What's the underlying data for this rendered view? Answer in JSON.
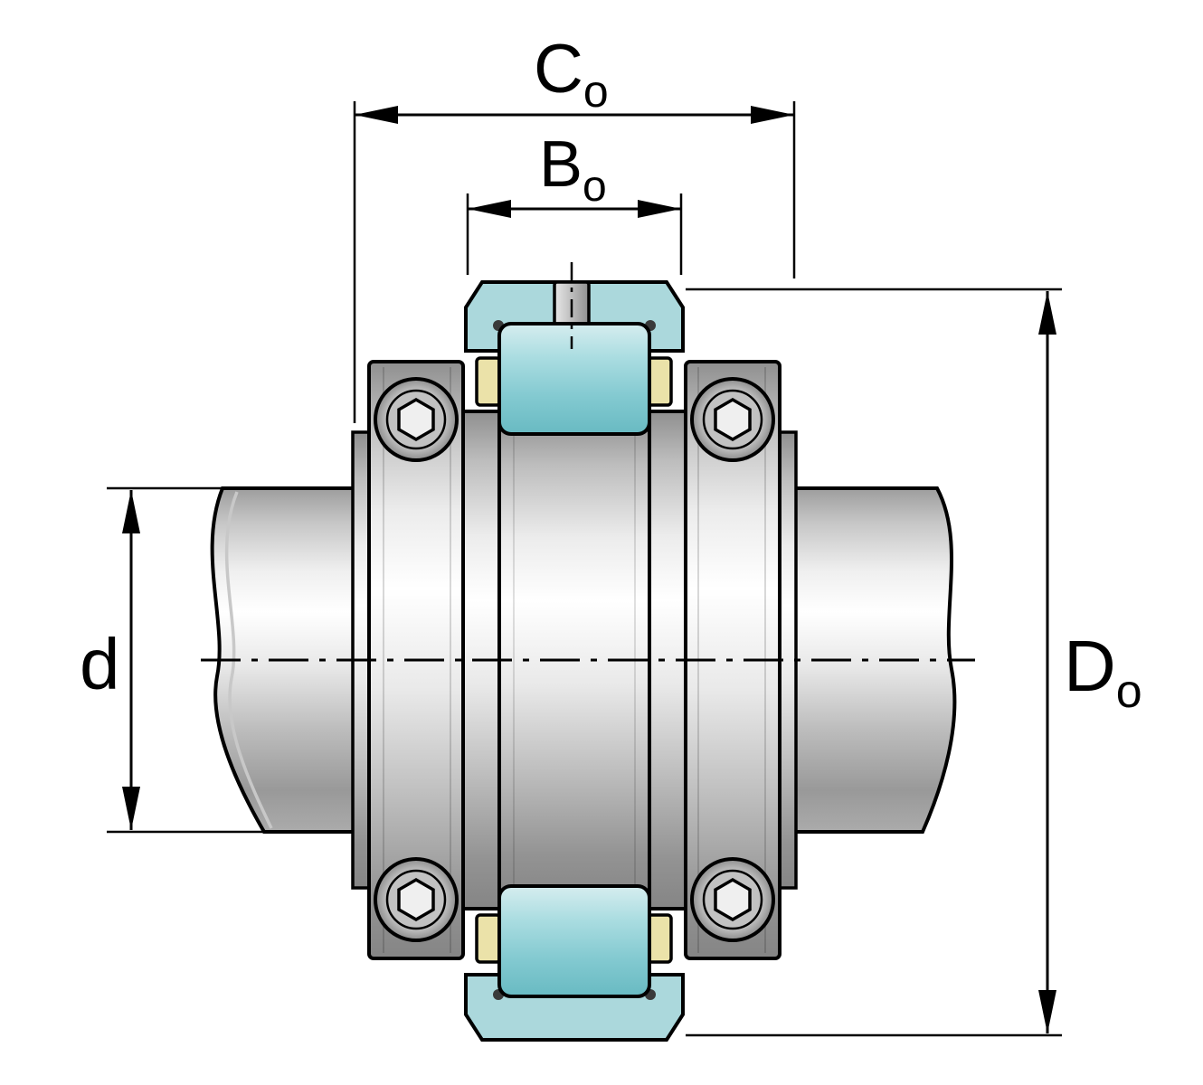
{
  "diagram": {
    "kind": "technical-dimension-drawing",
    "subject": "plummer block bearing unit mounted on a shaft, side elevation with dimension callouts",
    "dimension_labels": {
      "co": {
        "main": "C",
        "sub": "o"
      },
      "bo": {
        "main": "B",
        "sub": "o"
      },
      "d": {
        "main": "d"
      },
      "do": {
        "main": "D",
        "sub": "o"
      }
    },
    "colors": {
      "background": "#ffffff",
      "line": "#000000",
      "cap_teal": "#abd8dc",
      "roller_teal_light": "#d6edef",
      "roller_teal_dark": "#68bac2",
      "cage_yellow": "#ebe2a9",
      "metal_highlight": "#ffffff",
      "metal_shadow": "#8d8d8d"
    }
  }
}
